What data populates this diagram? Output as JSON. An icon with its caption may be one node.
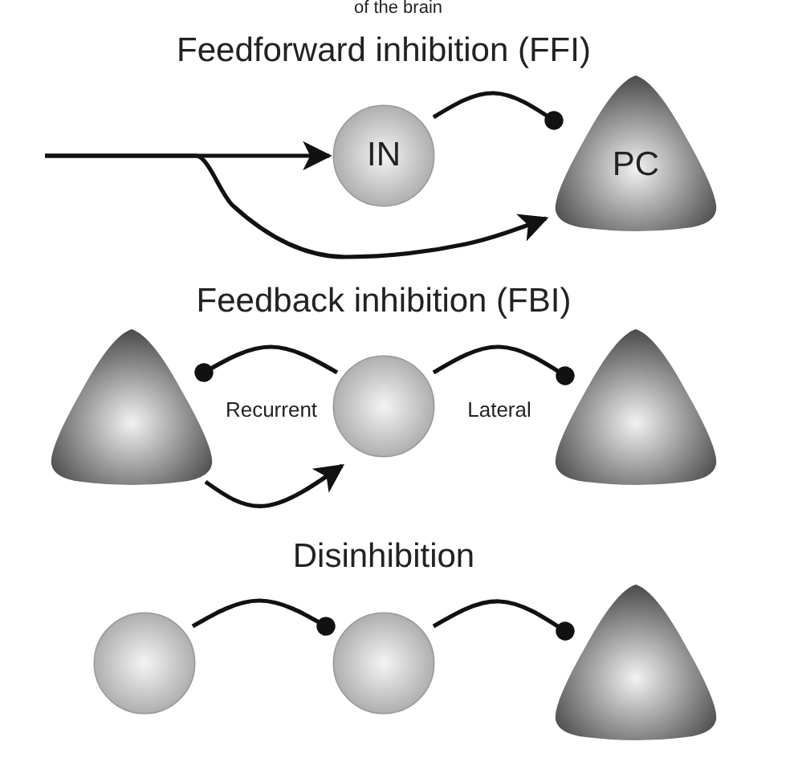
{
  "diagram": {
    "nodes": [
      {
        "text": [
          "IN"
        ]
      },
      {
        "text": [
          "PC"
        ]
      },
      {
        "text": [],
        "shape": "triangle"
      },
      {
        "text": [],
        "shape": "circle"
      },
      {
        "text": [],
        "shape": "triangle"
      },
      {
        "text": [],
        "shape": "circle"
      },
      {
        "text": [],
        "shape": "circle"
      },
      {
        "text": [],
        "shape": "triangle"
      }
    ],
    "edges": [
      {
        "from": null,
        "to": 0,
        "arrow": "to"
      },
      {
        "from": null,
        "to": 1,
        "arrow": "to"
      },
      {
        "from": 0,
        "to": 1,
        "arrow": "other"
      },
      {
        "from": 2,
        "to": 3,
        "arrow": "to"
      },
      {
        "from": 3,
        "to": 2,
        "arrow": "other",
        "label": "Recurrent"
      },
      {
        "from": 3,
        "to": 4,
        "arrow": "other",
        "label": "Lateral"
      },
      {
        "from": 5,
        "to": 6,
        "arrow": "other"
      },
      {
        "from": 6,
        "to": 7,
        "arrow": "other"
      }
    ],
    "labels": [
      "of the brain",
      "Feedforward inhibition (FFI)",
      "Feedback inhibition (FBI)",
      "Disinhibition"
    ]
  }
}
